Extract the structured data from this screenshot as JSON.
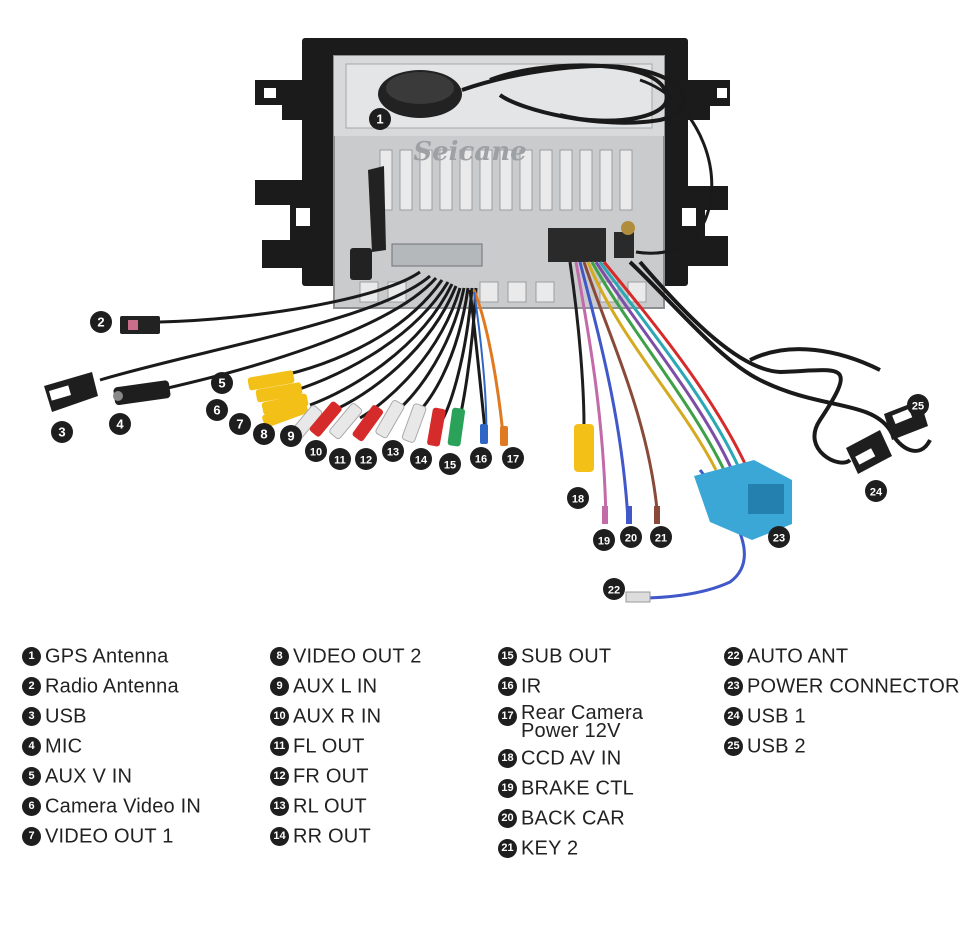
{
  "brand": "Seicane",
  "callouts": [
    {
      "n": "1"
    },
    {
      "n": "2"
    },
    {
      "n": "3"
    },
    {
      "n": "4"
    },
    {
      "n": "5"
    },
    {
      "n": "6"
    },
    {
      "n": "7"
    },
    {
      "n": "8"
    },
    {
      "n": "9"
    },
    {
      "n": "10"
    },
    {
      "n": "11"
    },
    {
      "n": "12"
    },
    {
      "n": "13"
    },
    {
      "n": "14"
    },
    {
      "n": "15"
    },
    {
      "n": "16"
    },
    {
      "n": "17"
    },
    {
      "n": "18"
    },
    {
      "n": "19"
    },
    {
      "n": "20"
    },
    {
      "n": "21"
    },
    {
      "n": "22"
    },
    {
      "n": "23"
    },
    {
      "n": "24"
    },
    {
      "n": "25"
    }
  ],
  "legend": {
    "col1": [
      {
        "n": "1",
        "label": "GPS Antenna"
      },
      {
        "n": "2",
        "label": "Radio Antenna"
      },
      {
        "n": "3",
        "label": "USB"
      },
      {
        "n": "4",
        "label": "MIC"
      },
      {
        "n": "5",
        "label": "AUX V IN"
      },
      {
        "n": "6",
        "label": "Camera Video IN"
      },
      {
        "n": "7",
        "label": "VIDEO OUT 1"
      }
    ],
    "col2": [
      {
        "n": "8",
        "label": "VIDEO OUT 2"
      },
      {
        "n": "9",
        "label": "AUX L IN"
      },
      {
        "n": "10",
        "label": "AUX R IN"
      },
      {
        "n": "11",
        "label": "FL OUT"
      },
      {
        "n": "12",
        "label": "FR OUT"
      },
      {
        "n": "13",
        "label": "RL OUT"
      },
      {
        "n": "14",
        "label": "RR OUT"
      }
    ],
    "col3": [
      {
        "n": "15",
        "label": "SUB OUT"
      },
      {
        "n": "16",
        "label": "IR"
      },
      {
        "n": "17",
        "label": "Rear Camera",
        "label2": "Power 12V"
      },
      {
        "n": "18",
        "label": "CCD AV IN"
      },
      {
        "n": "19",
        "label": "BRAKE CTL"
      },
      {
        "n": "20",
        "label": "BACK CAR"
      },
      {
        "n": "21",
        "label": "KEY 2"
      }
    ],
    "col4": [
      {
        "n": "22",
        "label": "AUTO ANT"
      },
      {
        "n": "23",
        "label": "POWER CONNECTOR"
      },
      {
        "n": "24",
        "label": "USB 1"
      },
      {
        "n": "25",
        "label": "USB 2"
      }
    ]
  }
}
